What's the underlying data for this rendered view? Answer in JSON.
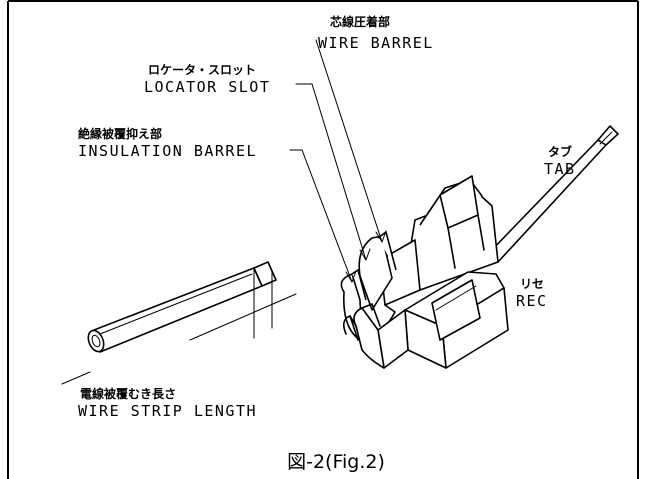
{
  "labels": {
    "wire_barrel": {
      "jp": "芯線圧着部",
      "en": "WIRE BARREL"
    },
    "locator_slot": {
      "jp": "ロケータ・スロット",
      "en": "LOCATOR SLOT"
    },
    "insulation_barrel": {
      "jp": "絶縁被覆抑え部",
      "en": "INSULATION BARREL"
    },
    "tab": {
      "jp": "タブ",
      "en": "TAB"
    },
    "rec": {
      "jp": "リセ",
      "en": "REC"
    },
    "wire_strip_length": {
      "jp": "電線被覆むき長さ",
      "en": "WIRE STRIP LENGTH"
    }
  },
  "caption": "図-2(Fig.2)"
}
